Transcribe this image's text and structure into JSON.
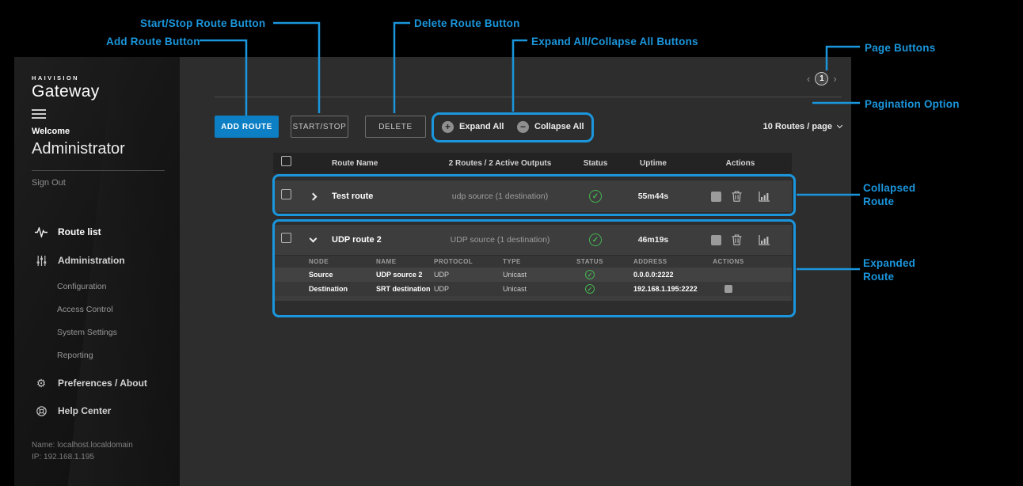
{
  "colors": {
    "annotation_blue": "#1b96dc",
    "primary_button_blue": "#0d7fc4",
    "status_green": "#45b551"
  },
  "icons": {
    "expand_plus": "+",
    "collapse_minus": "−",
    "status_check": "✓",
    "page_prev": "‹",
    "page_next": "›",
    "gear": "⚙"
  },
  "annotations": {
    "start_stop": "Start/Stop Route Button",
    "add_route": "Add Route Button",
    "delete": "Delete Route Button",
    "expand_collapse": "Expand All/Collapse All Buttons",
    "page_buttons": "Page Buttons",
    "pagination_option": "Pagination Option",
    "collapsed_route": "Collapsed Route",
    "expanded_route": "Expanded Route"
  },
  "sidebar": {
    "logo_top": "HAIVISION",
    "logo": "Gateway",
    "welcome": "Welcome",
    "username": "Administrator",
    "sign_out": "Sign Out",
    "nav": {
      "route_list": "Route list",
      "administration": "Administration",
      "configuration": "Configuration",
      "access_control": "Access Control",
      "system_settings": "System Settings",
      "reporting": "Reporting",
      "preferences": "Preferences / About",
      "help_center": "Help Center"
    },
    "footer": {
      "name": "Name: localhost.localdomain",
      "ip": "IP: 192.168.1.195"
    }
  },
  "main": {
    "pagination": {
      "page": "1"
    },
    "toolbar": {
      "add_route": "ADD ROUTE",
      "start_stop": "START/STOP",
      "delete": "DELETE",
      "expand_all": "Expand All",
      "collapse_all": "Collapse All",
      "per_page": "10 Routes / page"
    },
    "table": {
      "header": {
        "route_name": "Route Name",
        "summary": "2 Routes / 2 Active Outputs",
        "status": "Status",
        "uptime": "Uptime",
        "actions": "Actions"
      },
      "rows": [
        {
          "name": "Test route",
          "detail": "udp source (1 destination)",
          "uptime": "55m44s"
        },
        {
          "name": "UDP route 2",
          "detail": "UDP source (1 destination)",
          "uptime": "46m19s"
        }
      ],
      "subtable": {
        "headers": {
          "node": "NODE",
          "name": "NAME",
          "protocol": "PROTOCOL",
          "type": "TYPE",
          "status": "STATUS",
          "address": "ADDRESS",
          "actions": "ACTIONS"
        },
        "rows": [
          {
            "node": "Source",
            "name": "UDP source 2",
            "protocol": "UDP",
            "type": "Unicast",
            "address": "0.0.0.0:2222"
          },
          {
            "node": "Destination",
            "name": "SRT destination",
            "protocol": "UDP",
            "type": "Unicast",
            "address": "192.168.1.195:2222"
          }
        ]
      }
    }
  }
}
